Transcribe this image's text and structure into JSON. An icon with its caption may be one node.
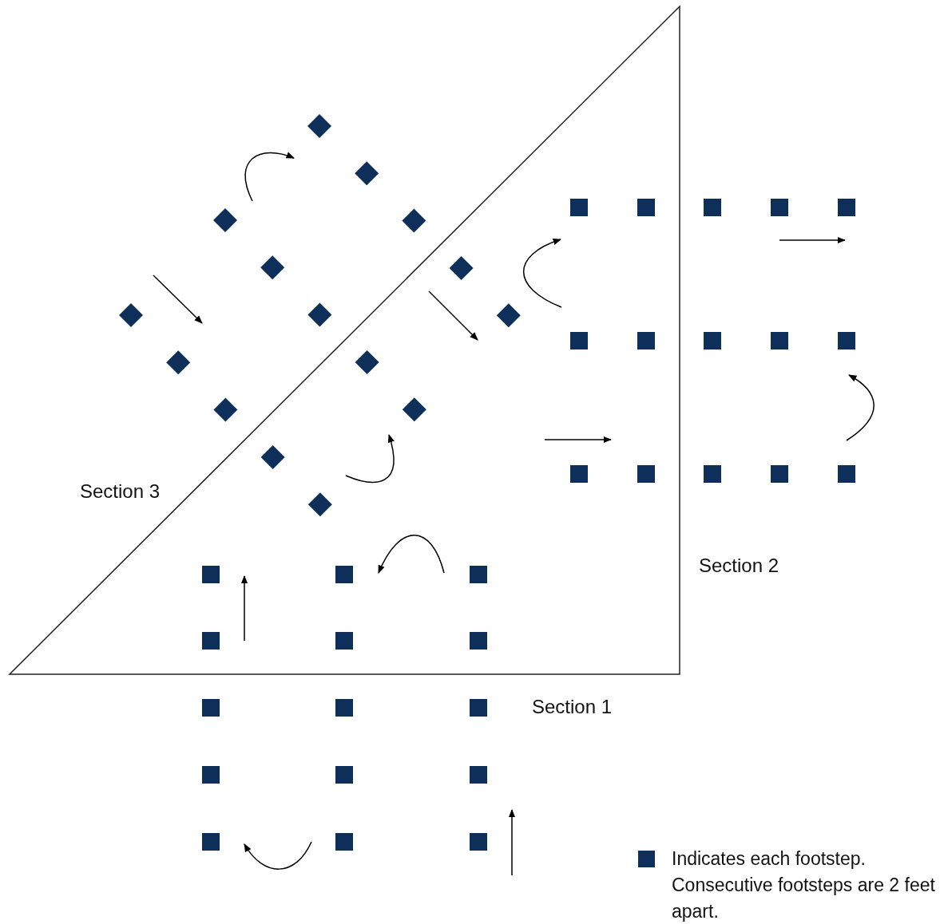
{
  "diagram": {
    "labels": [
      "Section 3",
      "Section 2",
      "Section 1"
    ],
    "legend": [
      {
        "text": "Indicates each footstep. Consecutive footsteps are 2 feet apart.",
        "color": "#0d2f5a"
      }
    ]
  }
}
